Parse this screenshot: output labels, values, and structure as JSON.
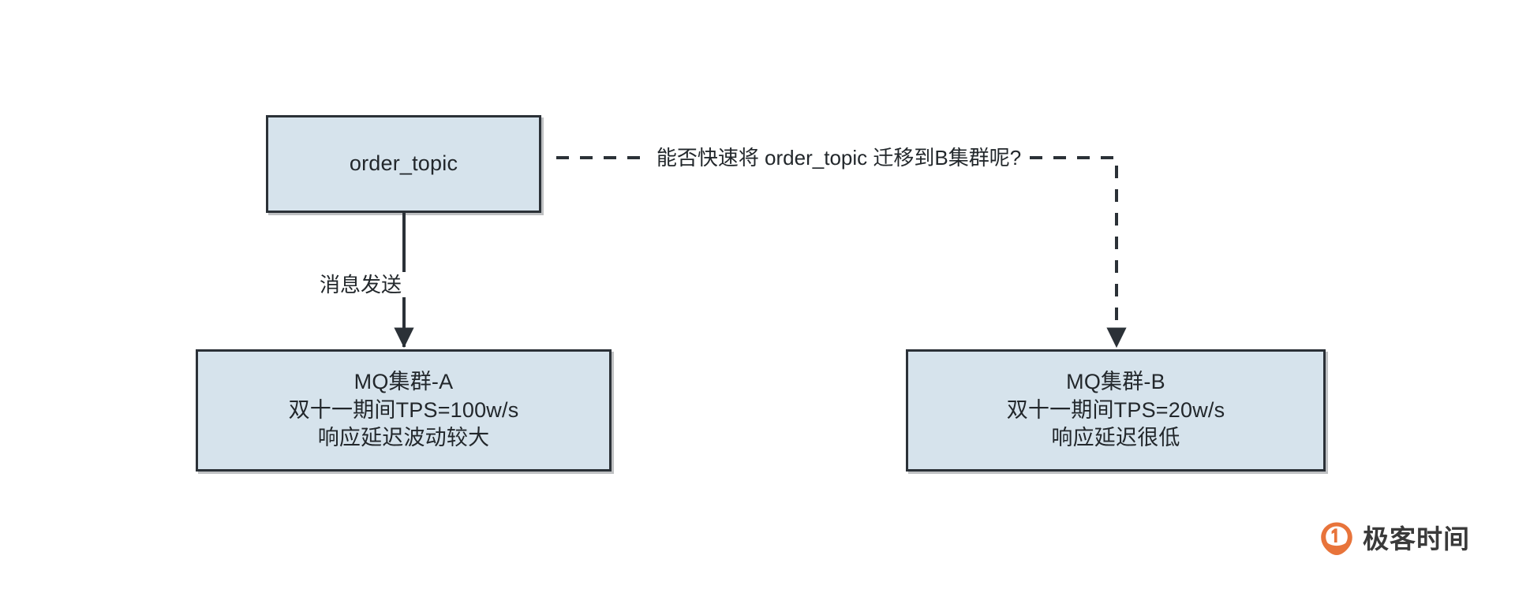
{
  "diagram": {
    "type": "flow-diagram",
    "background_color": "#ffffff",
    "node_fill_color": "#d6e3ec",
    "node_border_color": "#2b3137",
    "text_color": "#22272b",
    "nodes": [
      {
        "id": "order-topic",
        "label": "order_topic",
        "lines": [
          "order_topic"
        ]
      },
      {
        "id": "mq-a",
        "lines": [
          "MQ集群-A",
          "双十一期间TPS=100w/s",
          "响应延迟波动较大"
        ]
      },
      {
        "id": "mq-b",
        "lines": [
          "MQ集群-B",
          "双十一期间TPS=20w/s",
          "响应延迟很低"
        ]
      }
    ],
    "edges": [
      {
        "id": "send",
        "from": "order-topic",
        "to": "mq-a",
        "style": "solid",
        "label": "消息发送"
      },
      {
        "id": "migrate",
        "from": "order-topic",
        "to": "mq-b",
        "style": "dashed",
        "label": "能否快速将 order_topic 迁移到B集群呢?"
      }
    ]
  },
  "logo": {
    "text": "极客时间",
    "mark": "geektime-logo-icon",
    "accent_color": "#e8743b"
  }
}
